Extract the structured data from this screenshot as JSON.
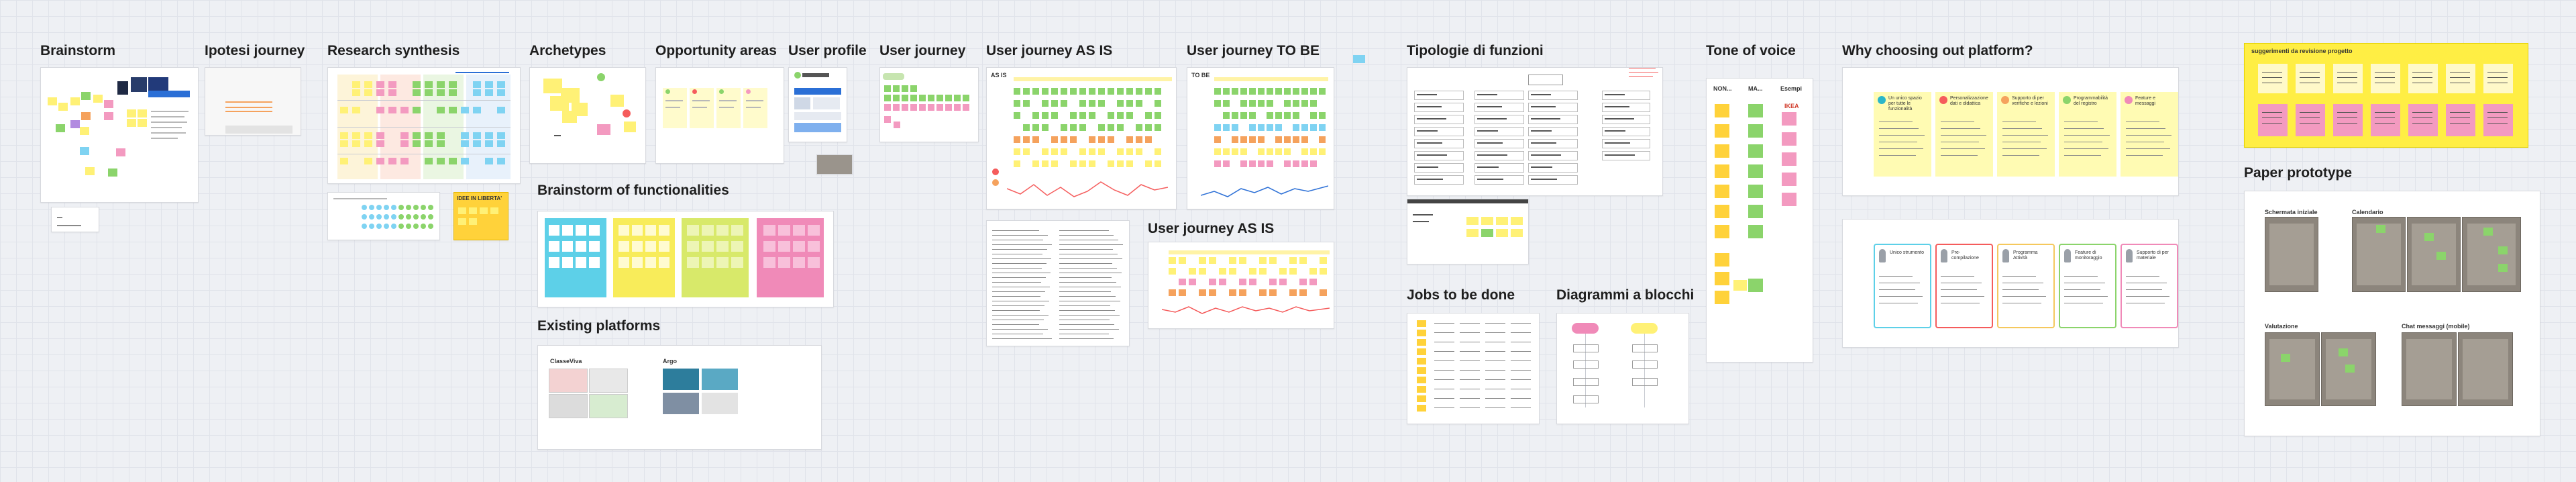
{
  "canvas": {
    "sections": {
      "brainstorm": "Brainstorm",
      "ipotesi_journey": "Ipotesi journey",
      "research_synthesis": "Research synthesis",
      "archetypes": "Archetypes",
      "opportunity_areas": "Opportunity areas",
      "user_profile": "User profile",
      "user_journey": "User journey",
      "user_journey_as_is": "User journey AS IS",
      "user_journey_to_be": "User journey TO BE",
      "user_journey_as_is_2": "User journey AS IS",
      "tipologie_funzioni": "Tipologie di funzioni",
      "tone_of_voice": "Tone of voice",
      "why_choosing": "Why choosing out platform?",
      "brainstorm_functionalities": "Brainstorm of functionalities",
      "existing_platforms": "Existing platforms",
      "jobs_to_be_done": "Jobs to be done",
      "diagrammi_blocchi": "Diagrammi a blocchi",
      "paper_prototype": "Paper prototype"
    },
    "small_labels": {
      "as_is": "AS IS",
      "to_be": "TO BE",
      "idee_in_liberta": "IDEE IN LIBERTA'",
      "classe_viva": "ClasseViva",
      "argo": "Argo",
      "suggerimenti": "suggerimenti da revisione progetto",
      "schermata_iniziale": "Schermata iniziale",
      "calendario": "Calendario",
      "valutazione": "Valutazione",
      "chat_messaggi": "Chat messaggi (mobile)",
      "tov_non": "NON...",
      "tov_ma": "MA...",
      "tov_esempi": "Esempi",
      "ikea": "IKEA"
    },
    "why_cards_top": [
      "Un unico spazio per tutte le funzionalità",
      "Personalizzazione dati e didattica",
      "Supporto di per verifiche e lezioni",
      "Programmabilità del registro",
      "Feature e messaggi"
    ],
    "why_cards_bottom": [
      "Unico strumento",
      "Pre-compilazione",
      "Programma Attività",
      "Feature di monitoraggio",
      "Supporto di per materiale"
    ],
    "colors": {
      "sticky_yellow": "#fff176",
      "sticky_green": "#8bd46b",
      "sticky_pink": "#f39ac0",
      "sticky_orange": "#f5a25d",
      "sticky_blue": "#7fd3f2",
      "accent_blue": "#2b6fd6",
      "board_bg": "#eef0f4"
    }
  }
}
